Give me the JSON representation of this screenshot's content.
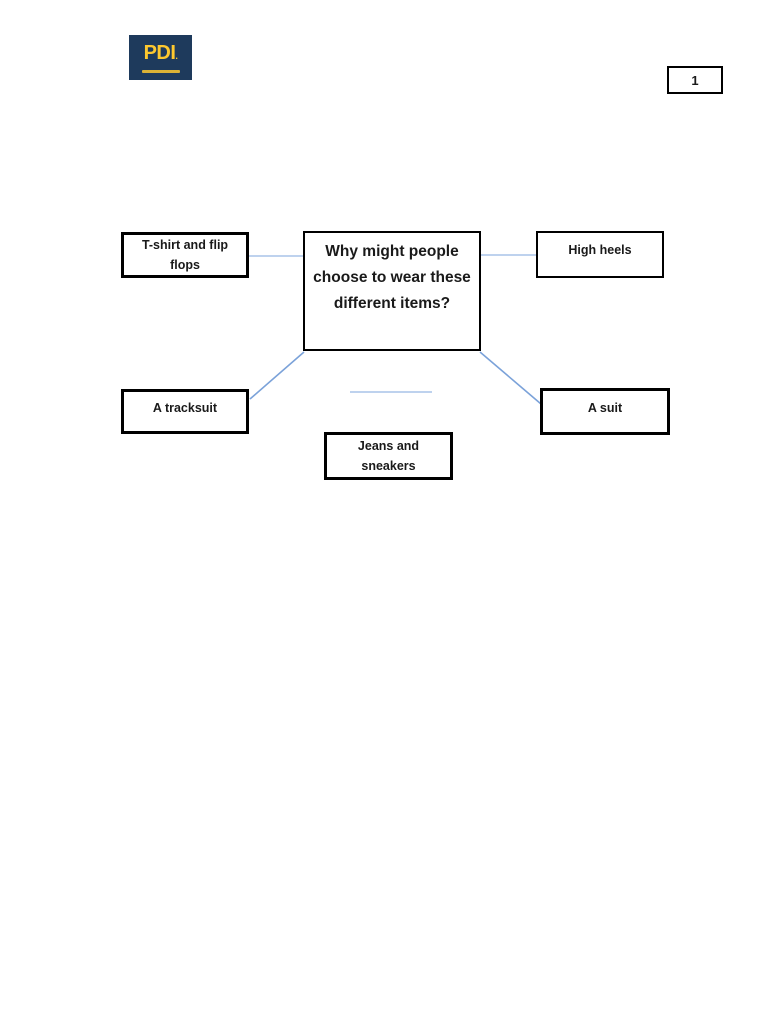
{
  "page": {
    "number": "1"
  },
  "logo": {
    "text": "PDI",
    "mark": ".",
    "background_color": "#1e3a5c",
    "text_color": "#fdc82f"
  },
  "diagram": {
    "center_question": {
      "lines": [
        "Why might people",
        "choose to wear these",
        "different items?"
      ]
    },
    "items": [
      {
        "id": "tshirt",
        "label": "T-shirt and flip flops"
      },
      {
        "id": "high-heels",
        "label": "High heels"
      },
      {
        "id": "tracksuit",
        "label": "A tracksuit"
      },
      {
        "id": "suit",
        "label": "A suit"
      },
      {
        "id": "jeans",
        "label": "Jeans and sneakers"
      }
    ],
    "connector_color": "#7ba2d9",
    "connector_color_light": "#a8c4e8",
    "box_border_color": "#000000"
  }
}
